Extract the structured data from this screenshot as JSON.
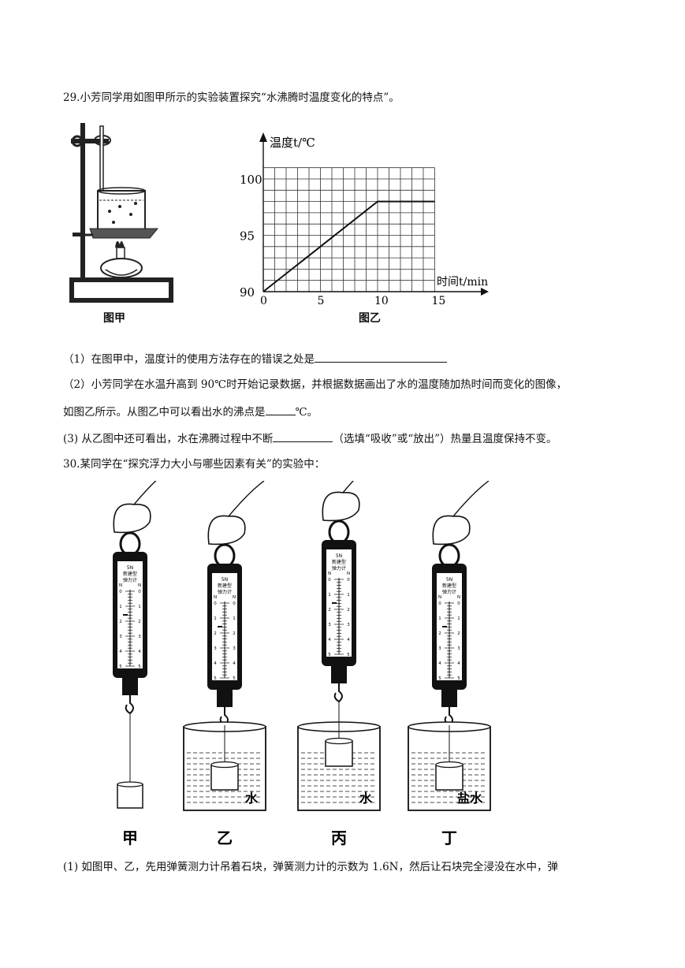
{
  "q29": {
    "stem": "29.小芳同学用如图甲所示的实验装置探究“水沸腾时温度变化的特点”。",
    "fig_jia_caption": "图甲",
    "fig_yi_caption": "图乙",
    "sub1": "（1）在图甲中，温度计的使用方法存在的错误之处是",
    "sub2_line1": "（2）小芳同学在水温升高到 90℃时开始记录数据，并根据数据画出了水的温度随加热时间而变化的图像，",
    "sub2_line2_a": "如图乙所示。从图乙中可以看出水的沸点是",
    "sub2_line2_b": "℃。",
    "sub3_a": "(3) 从乙图中还可看出，水在沸腾过程中不断",
    "sub3_b": "（选填“吸收”或“放出”）热量且温度保持不变。"
  },
  "chart_data": {
    "type": "line",
    "title": "",
    "ylabel": "温度t/℃",
    "xlabel": "时间t/min",
    "xlim": [
      0,
      17
    ],
    "ylim": [
      90,
      102
    ],
    "x_ticks": [
      "0",
      "5",
      "10",
      "15"
    ],
    "y_ticks": [
      "90",
      "95",
      "100"
    ],
    "grid": true,
    "series": [
      {
        "x": [
          0,
          10,
          15
        ],
        "y": [
          90,
          98,
          98
        ]
      }
    ]
  },
  "q30": {
    "stem": "30.某同学在“探究浮力大小与哪些因素有关”的实验中：",
    "gauge_text": [
      "5N",
      "新建型",
      "弹力计"
    ],
    "scale_unit": "N",
    "scale_numbers": [
      "0",
      "1",
      "2",
      "3",
      "4",
      "5"
    ],
    "panels": [
      {
        "caption": "甲",
        "liquid": ""
      },
      {
        "caption": "乙",
        "liquid": "水"
      },
      {
        "caption": "丙",
        "liquid": "水"
      },
      {
        "caption": "丁",
        "liquid": "盐水"
      }
    ],
    "sub1": "(1) 如图甲、乙，先用弹簧测力计吊着石块，弹簧测力计的示数为 1.6N，然后让石块完全浸没在水中，弹"
  }
}
